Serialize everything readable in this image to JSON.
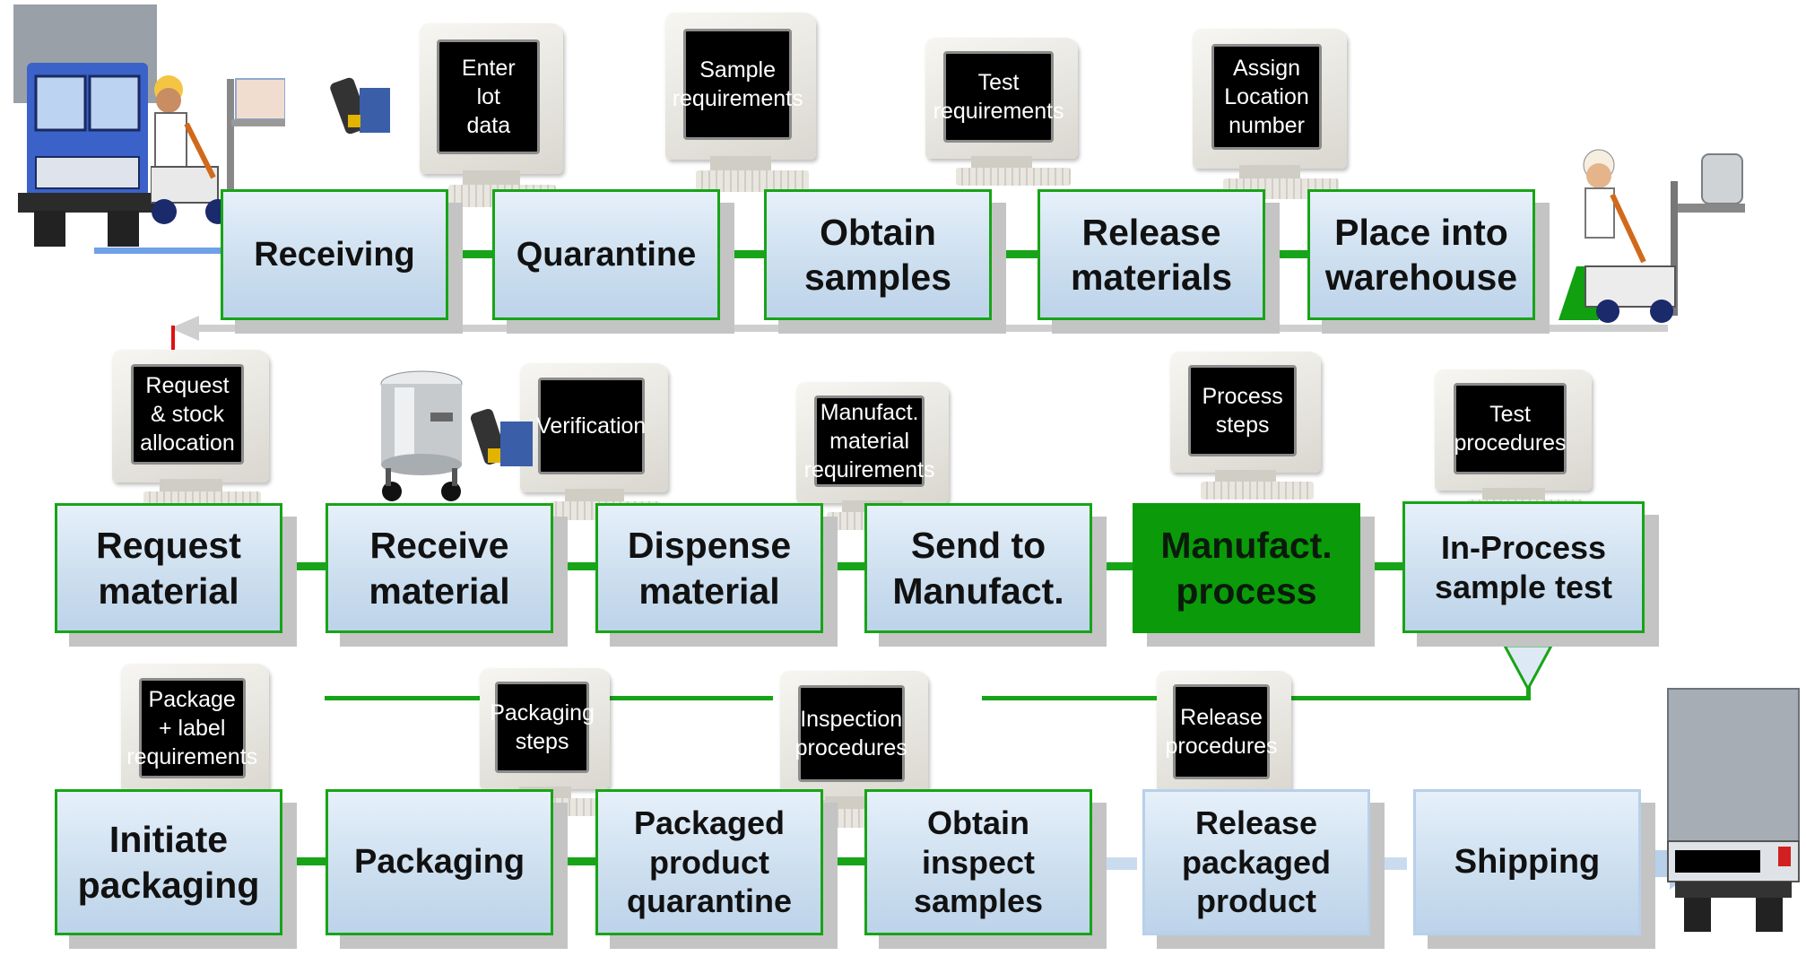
{
  "rows": {
    "row1": [
      {
        "id": "receiving",
        "label": "Receiving"
      },
      {
        "id": "quarantine",
        "label": "Quarantine"
      },
      {
        "id": "obtain-samples",
        "label": "Obtain\nsamples"
      },
      {
        "id": "release-materials",
        "label": "Release\nmaterials"
      },
      {
        "id": "place-into-warehouse",
        "label": "Place into\nwarehouse"
      }
    ],
    "row2": [
      {
        "id": "request-material",
        "label": "Request\nmaterial"
      },
      {
        "id": "receive-material",
        "label": "Receive\nmaterial"
      },
      {
        "id": "dispense-material",
        "label": "Dispense\nmaterial"
      },
      {
        "id": "send-to-manufact",
        "label": "Send to\nManufact."
      },
      {
        "id": "manufact-process",
        "label": "Manufact.\nprocess"
      },
      {
        "id": "in-process-sample-test",
        "label": "In-Process\nsample test"
      }
    ],
    "row3": [
      {
        "id": "initiate-packaging",
        "label": "Initiate\npackaging"
      },
      {
        "id": "packaging",
        "label": "Packaging"
      },
      {
        "id": "packaged-product-quarantine",
        "label": "Packaged\nproduct\nquarantine"
      },
      {
        "id": "obtain-inspect-samples",
        "label": "Obtain\ninspect\nsamples"
      },
      {
        "id": "release-packaged-product",
        "label": "Release\npackaged\nproduct"
      },
      {
        "id": "shipping",
        "label": "Shipping"
      }
    ]
  },
  "screens": {
    "enter_lot_data": "Enter\nlot\ndata",
    "sample_requirements": "Sample\nrequirements",
    "test_requirements": "Test\nrequirements",
    "assign_location": "Assign\nLocation\nnumber",
    "request_stock": "Request\n& stock\nallocation",
    "verification": "Verification",
    "manufact_material": "Manufact.\nmaterial\nrequirements",
    "process_steps": "Process\nsteps",
    "test_procedures": "Test\nprocedures",
    "package_label": "Package\n+ label\nrequirements",
    "packaging_steps": "Packaging\nsteps",
    "inspection_procedures": "Inspection\nprocedures",
    "release_procedures": "Release\nprocedures"
  },
  "colors": {
    "flow_green": "#18a418",
    "active_green": "#0a9a0a",
    "box_blue": "#cddfef",
    "arrow_blue": "#b8d0ea"
  },
  "icons": [
    "truck-icon",
    "worker-forklift-icon",
    "barcode-scanner-icon",
    "computer-monitor-icon",
    "steel-tank-icon",
    "trailer-truck-icon"
  ]
}
